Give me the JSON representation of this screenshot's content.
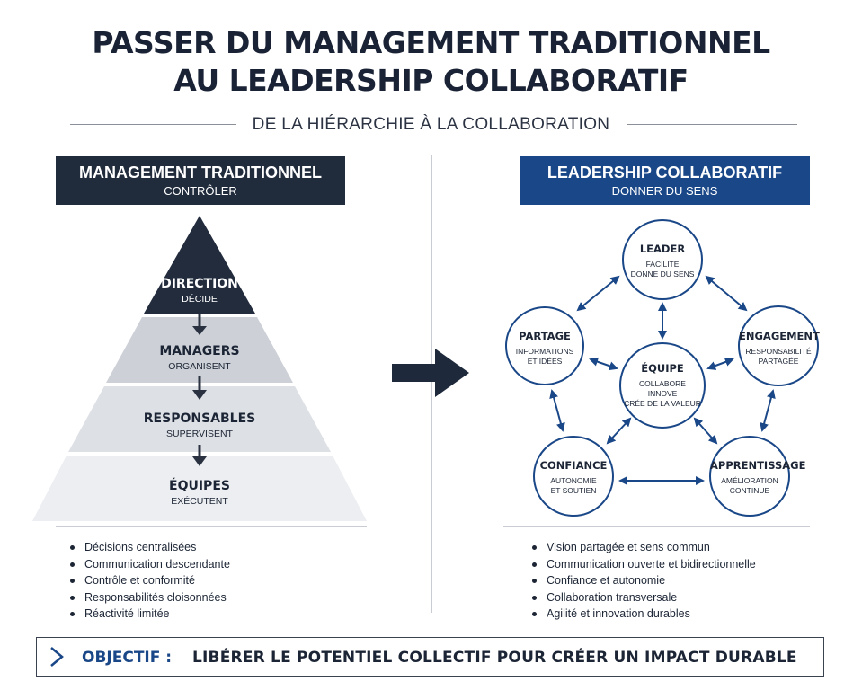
{
  "title": {
    "line1": "PASSER DU MANAGEMENT TRADITIONNEL",
    "line2": "AU LEADERSHIP COLLABORATIF"
  },
  "subtitle": "DE LA HIÉRARCHIE À LA COLLABORATION",
  "left": {
    "header": {
      "title": "MANAGEMENT TRADITIONNEL",
      "subtitle": "CONTRÔLER"
    },
    "levels": [
      {
        "name": "DIRECTION",
        "desc": "DÉCIDE"
      },
      {
        "name": "MANAGERS",
        "desc": "ORGANISENT"
      },
      {
        "name": "RESPONSABLES",
        "desc": "SUPERVISENT"
      },
      {
        "name": "ÉQUIPES",
        "desc": "EXÉCUTENT"
      }
    ],
    "bullets": [
      "Décisions centralisées",
      "Communication descendante",
      "Contrôle et conformité",
      "Responsabilités cloisonnées",
      "Réactivité limitée"
    ]
  },
  "right": {
    "header": {
      "title": "LEADERSHIP COLLABORATIF",
      "subtitle": "DONNER DU SENS"
    },
    "nodes": {
      "leader": {
        "name": "LEADER",
        "desc": [
          "FACILITE",
          "DONNE DU SENS"
        ]
      },
      "partage": {
        "name": "PARTAGE",
        "desc": [
          "INFORMATIONS",
          "ET IDÉES"
        ]
      },
      "engagement": {
        "name": "ENGAGEMENT",
        "desc": [
          "RESPONSABILITÉ",
          "PARTAGÉE"
        ]
      },
      "equipe": {
        "name": "ÉQUIPE",
        "desc": [
          "COLLABORE",
          "INNOVE",
          "CRÉE DE LA VALEUR"
        ]
      },
      "confiance": {
        "name": "CONFIANCE",
        "desc": [
          "AUTONOMIE",
          "ET SOUTIEN"
        ]
      },
      "apprentissage": {
        "name": "APPRENTISSAGE",
        "desc": [
          "AMÉLIORATION",
          "CONTINUE"
        ]
      }
    },
    "bullets": [
      "Vision partagée et sens commun",
      "Communication ouverte et bidirectionnelle",
      "Confiance et autonomie",
      "Collaboration transversale",
      "Agilité et innovation durables"
    ]
  },
  "objective": {
    "label": "OBJECTIF :",
    "text": "LIBÉRER LE POTENTIEL COLLECTIF POUR CRÉER UN IMPACT DURABLE"
  },
  "colors": {
    "navy": "#202b3c",
    "blue": "#1a4787",
    "circle_border": "#1a4787",
    "pyramid_light": "#eceef1"
  }
}
